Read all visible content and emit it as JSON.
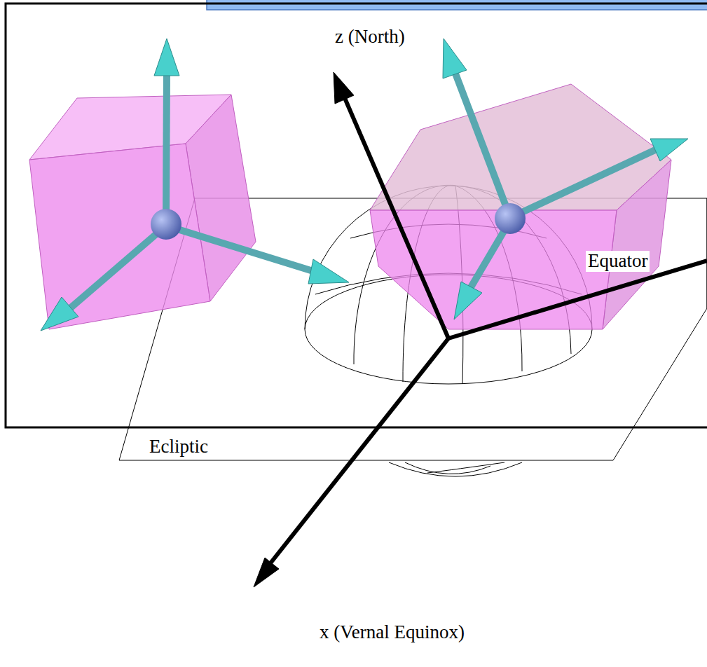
{
  "diagram": {
    "labels": [
      "z (North)",
      "Equator",
      "Ecliptic",
      "x (Vernal Equinox)"
    ]
  }
}
